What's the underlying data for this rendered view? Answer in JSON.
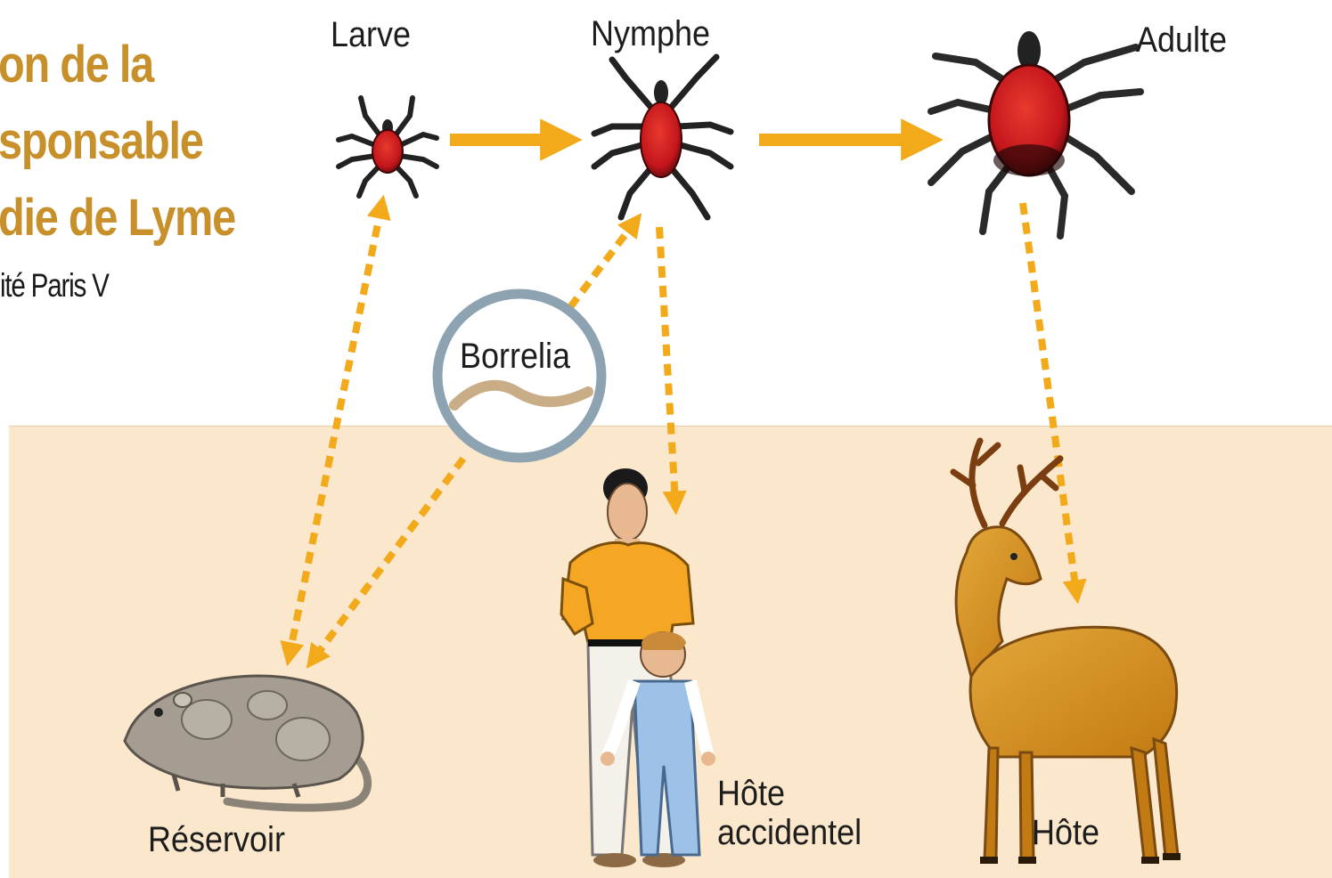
{
  "title": {
    "line1": "on de la",
    "line2": "sponsable",
    "line3": "die de Lyme"
  },
  "source": "ité Paris V",
  "stages": {
    "larva": "Larve",
    "nymph": "Nymphe",
    "adult": "Adulte"
  },
  "pathogen": "Borrelia",
  "hosts": {
    "reservoir": "Réservoir",
    "accidental_line1": "Hôte",
    "accidental_line2": "accidentel",
    "host": "Hôte"
  },
  "colors": {
    "title": "#c8902a",
    "arrow": "#f2a91a",
    "ground": "#fbe8cc",
    "tick_body": "#c4161c",
    "circle": "#8da3b2"
  }
}
